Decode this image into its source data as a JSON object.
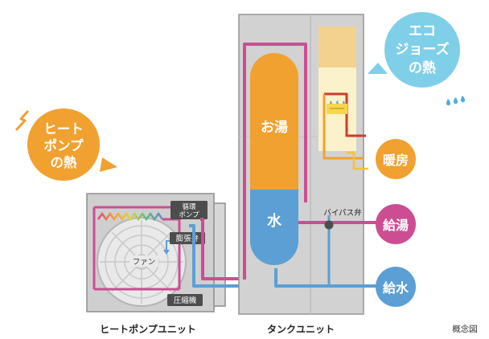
{
  "bubbles": {
    "heatpump_heat": [
      "ヒート",
      "ポンプ",
      "の熱"
    ],
    "ecojoz_heat": [
      "エコ",
      "ジョーズ",
      "の熱"
    ]
  },
  "tank": {
    "hot_water": "お湯",
    "water": "水"
  },
  "heatpump_unit": {
    "circulation_pump": [
      "循環",
      "ポンプ"
    ],
    "expansion_valve": "膨張弁",
    "fan": "ファン",
    "compressor": "圧縮機"
  },
  "bypass_valve": "バイパス弁",
  "outputs": {
    "heating": "暖房",
    "hot_supply": "給湯",
    "water_supply": "給水"
  },
  "captions": {
    "heatpump_unit": "ヒートポンプユニット",
    "tank_unit": "タンクユニット",
    "concept": "概念図"
  },
  "colors": {
    "hot_orange": "#f0a12f",
    "water_blue": "#5b9fd4",
    "pink_circuit": "#cd4d93",
    "eco_blue": "#7fcfe8"
  }
}
